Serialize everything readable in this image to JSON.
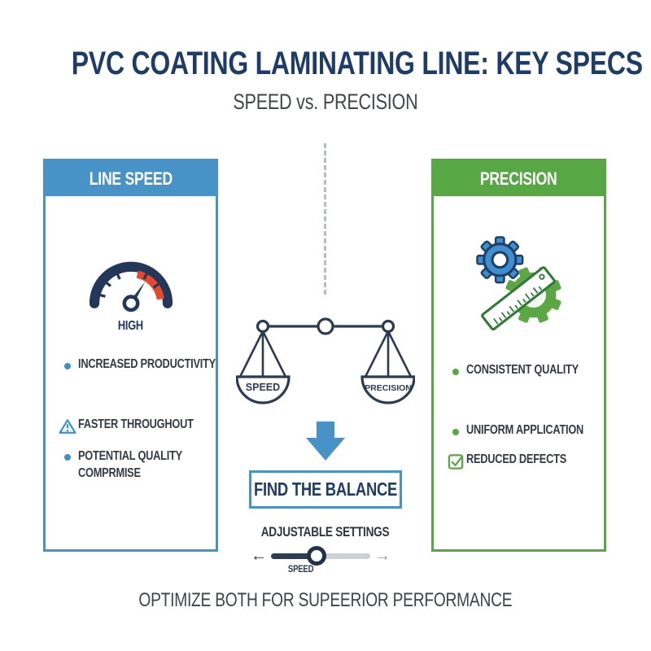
{
  "title": "PVC COATING LAMINATING LINE: KEY SPECS",
  "subtitle": "SPEED vs. PRECISION",
  "left_panel": {
    "header": "LINE SPEED",
    "gauge_label": "HIGH",
    "items": [
      {
        "icon": "bullet-dot",
        "text": "INCREASED PRODUCTIVITY"
      },
      {
        "icon": "warning-triangle",
        "text": "FASTER THROUGHOUT"
      },
      {
        "icon": "bullet-dot",
        "text": "POTENTIAL QUALITY COMPRMISE"
      }
    ]
  },
  "right_panel": {
    "header": "PRECISION",
    "items": [
      {
        "icon": "bullet-dot",
        "text": "CONSISTENT QUALITY"
      },
      {
        "icon": "bullet-dot",
        "text": "UNIFORM APPLICATION"
      },
      {
        "icon": "checkbox-checked",
        "text": "REDUCED DEFECTS"
      }
    ]
  },
  "balance": {
    "left_pan_label": "SPEED",
    "right_pan_label": "PRECISION"
  },
  "cta_button": "FIND THE BALANCE",
  "slider": {
    "title": "ADJUSTABLE SETTINGS",
    "value_label": "SPEED"
  },
  "footer": "OPTIMIZE BOTH FOR SUPEERIOR PERFORMANCE",
  "colors": {
    "title_navy": "#1d3d68",
    "blue_accent": "#4793c8",
    "green_accent": "#57a744",
    "gauge_red": "#e8472b",
    "icon_navy": "#22375a",
    "body_text": "#333a43",
    "muted_text": "#41464d"
  }
}
